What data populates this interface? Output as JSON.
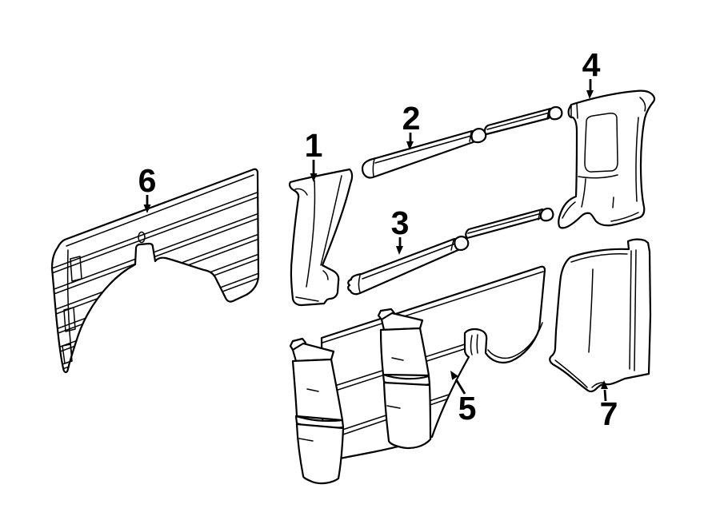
{
  "diagram": {
    "background_color": "#ffffff",
    "line_color": "#000000",
    "parts": [
      {
        "callout": "1"
      },
      {
        "callout": "2"
      },
      {
        "callout": "3"
      },
      {
        "callout": "4"
      },
      {
        "callout": "5"
      },
      {
        "callout": "6"
      },
      {
        "callout": "7"
      }
    ]
  }
}
